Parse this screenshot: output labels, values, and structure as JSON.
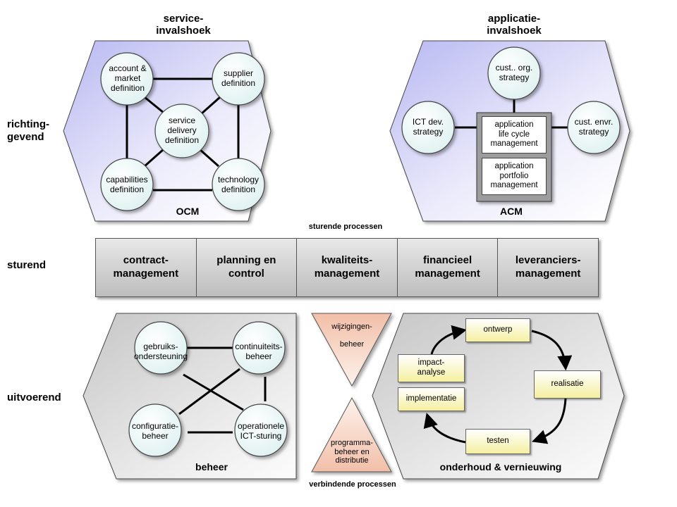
{
  "row_labels": {
    "directing": "richting-\ngevend",
    "steering": "sturend",
    "executing": "uitvoerend"
  },
  "service_view": {
    "header": "service-\ninvalshoek",
    "label": "OCM",
    "nodes": {
      "account": "account &\nmarket\ndefinition",
      "supplier": "supplier\ndefinition",
      "service_delivery": "service\ndelivery\ndefinition",
      "capabilities": "capabilities\ndefinition",
      "technology": "technology\ndefinition"
    }
  },
  "application_view": {
    "header": "applicatie-\ninvalshoek",
    "label": "ACM",
    "nodes": {
      "cust_org": "cust.. org.\nstrategy",
      "ict_dev": "ICT dev.\nstrategy",
      "cust_envr": "cust. envr.\nstrategy",
      "alcm": "application\nlife cycle\nmanagement",
      "apm": "application\nportfolio\nmanagement"
    }
  },
  "steering": {
    "caption": "sturende processen",
    "cells": [
      "contract-\nmanagement",
      "planning en\ncontrol",
      "kwaliteits-\nmanagement",
      "financieel\nmanagement",
      "leveranciers-\nmanagement"
    ]
  },
  "beheer": {
    "label": "beheer",
    "nodes": {
      "gebruik": "gebruiks-\nondersteuning",
      "continuiteit": "continuiteits-\nbeheer",
      "configuratie": "configuratie-\nbeheer",
      "operationele": "operationele\nICT-sturing"
    }
  },
  "connecting": {
    "caption": "verbindende processen",
    "top": "wijzigingen-\n\nbeheer",
    "bottom": "programma-\nbeheer en\ndistributie"
  },
  "maintenance": {
    "label": "onderhoud & vernieuwing",
    "boxes": {
      "ontwerp": "ontwerp",
      "realisatie": "realisatie",
      "testen": "testen",
      "impact": "impact-\nanalyse",
      "implementatie": "implementatie"
    }
  },
  "colors": {
    "blue_tint": "#c4c4f4",
    "grey_hex": "#d4d4d4",
    "circle_fill": "#eef8f8",
    "triangle": "#f3c8b4",
    "yellow_box": "#f5f0a0"
  }
}
